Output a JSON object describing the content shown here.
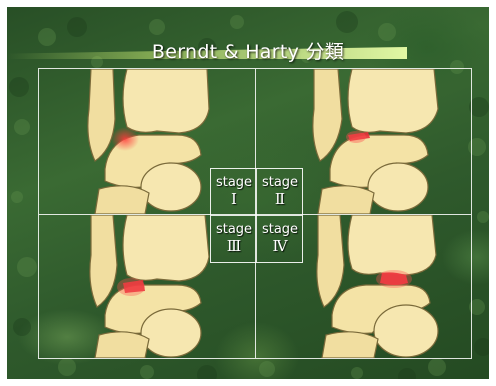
{
  "title": "Berndt & Harty 分類",
  "stages": [
    {
      "word": "stage",
      "numeral": "Ⅰ"
    },
    {
      "word": "stage",
      "numeral": "Ⅱ"
    },
    {
      "word": "stage",
      "numeral": "Ⅲ"
    },
    {
      "word": "stage",
      "numeral": "Ⅳ"
    }
  ],
  "colors": {
    "bone": "#f4e3a6",
    "bone_outline": "#7a6a3a",
    "lesion": "#e8323a",
    "background": "#2f5a2c",
    "grid": "#ffffff"
  }
}
